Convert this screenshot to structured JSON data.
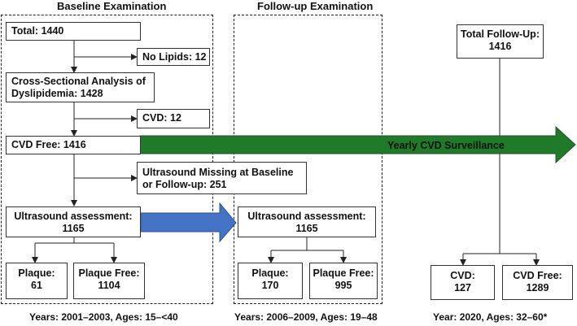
{
  "headings": {
    "baseline": "Baseline Examination",
    "followup": "Follow-up Examination"
  },
  "baseline": {
    "total": "Total: 1440",
    "no_lipids": "No Lipids: 12",
    "cross_sectional": "Cross-Sectional Analysis of Dyslipidemia: 1428",
    "cvd": "CVD: 12",
    "cvd_free": "CVD Free: 1416",
    "us_missing": "Ultrasound Missing at Baseline or Follow-up: 251",
    "us_assessment_label": "Ultrasound assessment:",
    "us_assessment_value": "1165",
    "plaque_label": "Plaque:",
    "plaque_value": "61",
    "plaque_free_label": "Plaque Free:",
    "plaque_free_value": "1104"
  },
  "followup": {
    "us_assessment_label": "Ultrasound assessment:",
    "us_assessment_value": "1165",
    "plaque_label": "Plaque:",
    "plaque_value": "170",
    "plaque_free_label": "Plaque Free:",
    "plaque_free_value": "995"
  },
  "surveillance": {
    "label": "Yearly CVD Surveillance",
    "color": "#1f7a2a",
    "arrow_blue": "#4472c4"
  },
  "final": {
    "total_label": "Total Follow-Up:",
    "total_value": "1416",
    "cvd_label": "CVD:",
    "cvd_value": "127",
    "cvd_free_label": "CVD Free:",
    "cvd_free_value": "1289"
  },
  "footers": {
    "baseline": "Years: 2001–2003, Ages: 15–<40",
    "followup": "Years: 2006–2009, Ages: 19–48",
    "final": "Year: 2020, Ages: 32–60*"
  }
}
